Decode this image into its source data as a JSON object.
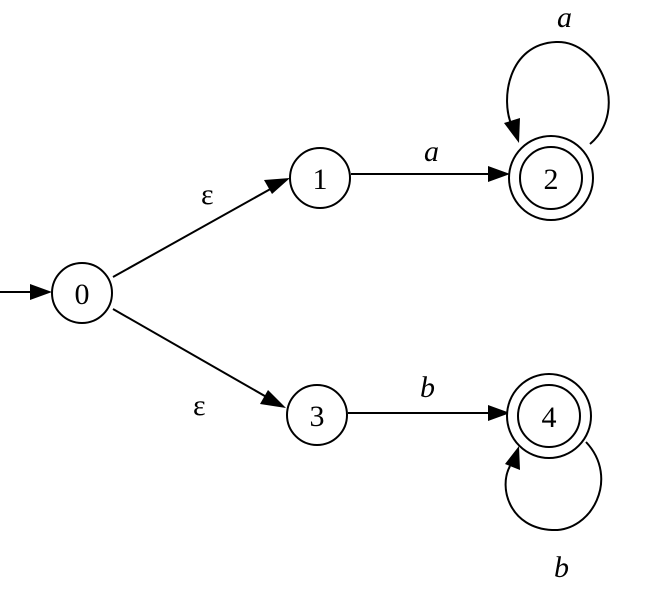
{
  "states": [
    {
      "id": "0",
      "label": "0",
      "accepting": false
    },
    {
      "id": "1",
      "label": "1",
      "accepting": false
    },
    {
      "id": "2",
      "label": "2",
      "accepting": true
    },
    {
      "id": "3",
      "label": "3",
      "accepting": false
    },
    {
      "id": "4",
      "label": "4",
      "accepting": true
    }
  ],
  "start_state": "0",
  "transitions": [
    {
      "from": "0",
      "to": "1",
      "label": "ε"
    },
    {
      "from": "1",
      "to": "2",
      "label": "a"
    },
    {
      "from": "2",
      "to": "2",
      "label": "a"
    },
    {
      "from": "0",
      "to": "3",
      "label": "ε"
    },
    {
      "from": "3",
      "to": "4",
      "label": "b"
    },
    {
      "from": "4",
      "to": "4",
      "label": "b"
    }
  ]
}
